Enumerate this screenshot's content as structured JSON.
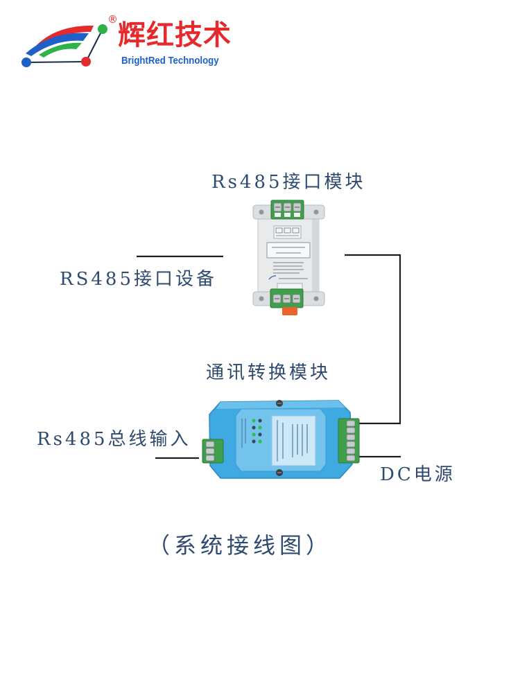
{
  "logo": {
    "name_cn": "辉红技术",
    "name_en": "BrightRed Technology",
    "registered_mark": "®",
    "colors": {
      "red": "#e52a2d",
      "blue": "#1e5fc8",
      "green": "#2db34a",
      "line": "#1b2a4a"
    }
  },
  "diagram": {
    "interface_module_label": "Rs485接口模块",
    "interface_device_label": "RS485接口设备",
    "converter_module_label": "通讯转换模块",
    "bus_input_label": "Rs485总线输入",
    "dc_power_label": "DC电源",
    "caption": "（系统接线图）"
  },
  "colors": {
    "label_text": "#2e4a6e",
    "wire": "#1c1c1c",
    "terminal_green": "#3f9f4c",
    "converter_housing": "#3fa9e2",
    "interface_housing": "#e8eaec",
    "connector_orange": "#e8642c"
  }
}
